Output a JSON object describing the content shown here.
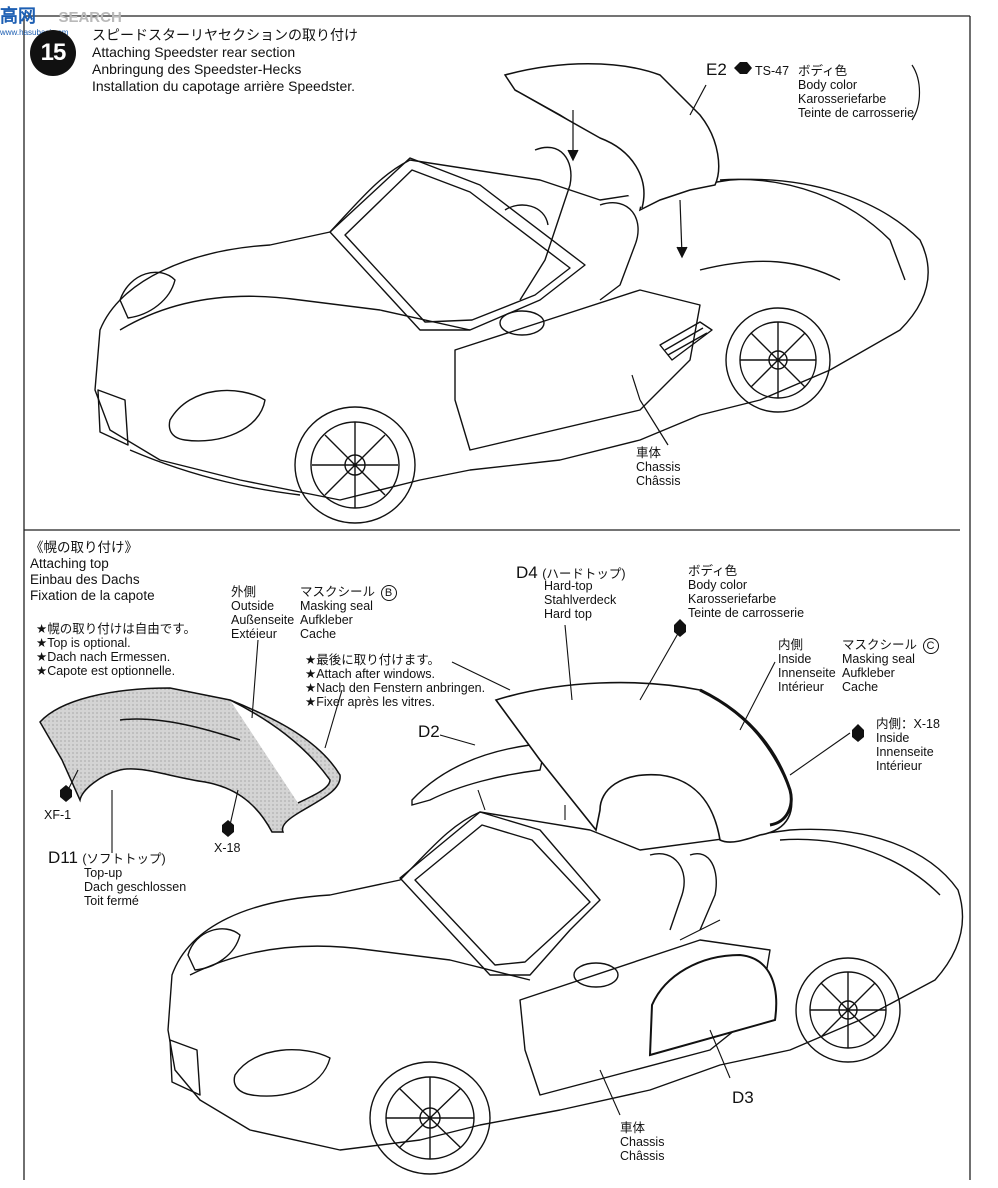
{
  "watermark": {
    "brand": "高网",
    "word": "SEARCH",
    "url": "www.hasubasi.com"
  },
  "step15": {
    "number": "15",
    "title_lines": [
      "スピードスターリヤセクションの取り付け",
      "Attaching Speedster rear section",
      "Anbringung des Speedster-Hecks",
      "Installation du capotage arrière Speedster."
    ],
    "part_e2": "E2",
    "paint_code": "TS-47",
    "paint_lines": [
      "ボディ色",
      "Body color",
      "Karosseriefarbe",
      "Teinte de carrosserie"
    ],
    "chassis_lines": [
      "車体",
      "Chassis",
      "Châssis"
    ]
  },
  "top_section": {
    "title_lines": [
      "《幌の取り付け》",
      "Attaching top",
      "Einbau des Dachs",
      "Fixation de la capote"
    ],
    "optional_lines": [
      "★幌の取り付けは自由です。",
      "★Top is optional.",
      "★Dach nach Ermessen.",
      "★Capote est optionnelle."
    ],
    "outside_lines": [
      "外側",
      "Outside",
      "Außenseite",
      "Extéieur"
    ],
    "mask_b_title": "マスクシール",
    "mask_b_letter": "B",
    "mask_b_lines": [
      "Masking seal",
      "Aufkleber",
      "Cache"
    ],
    "after_windows_lines": [
      "★最後に取り付けます。",
      "★Attach after windows.",
      "★Nach den Fenstern anbringen.",
      "★Fixer après les vitres."
    ],
    "xf1": "XF-1",
    "x18": "X-18",
    "part_d11": "D11",
    "d11_jp": "(ソフトトップ)",
    "d11_lines": [
      "Top-up",
      "Dach geschlossen",
      "Toit fermé"
    ],
    "part_d4": "D4",
    "d4_jp": "(ハードトップ)",
    "d4_lines": [
      "Hard-top",
      "Stahlverdeck",
      "Hard top"
    ],
    "body_color_lines": [
      "ボディ色",
      "Body color",
      "Karosseriefarbe",
      "Teinte de carrosserie"
    ],
    "inside_lines": [
      "内側",
      "Inside",
      "Innenseite",
      "Intérieur"
    ],
    "mask_c_title": "マスクシール",
    "mask_c_letter": "C",
    "mask_c_lines": [
      "Masking seal",
      "Aufkleber",
      "Cache"
    ],
    "x18_inside_label": "内側：X-18",
    "x18_inside_lines": [
      "Inside",
      "Innenseite",
      "Intérieur"
    ],
    "part_d2": "D2",
    "part_d3": "D3",
    "chassis_lines": [
      "車体",
      "Chassis",
      "Châssis"
    ]
  }
}
